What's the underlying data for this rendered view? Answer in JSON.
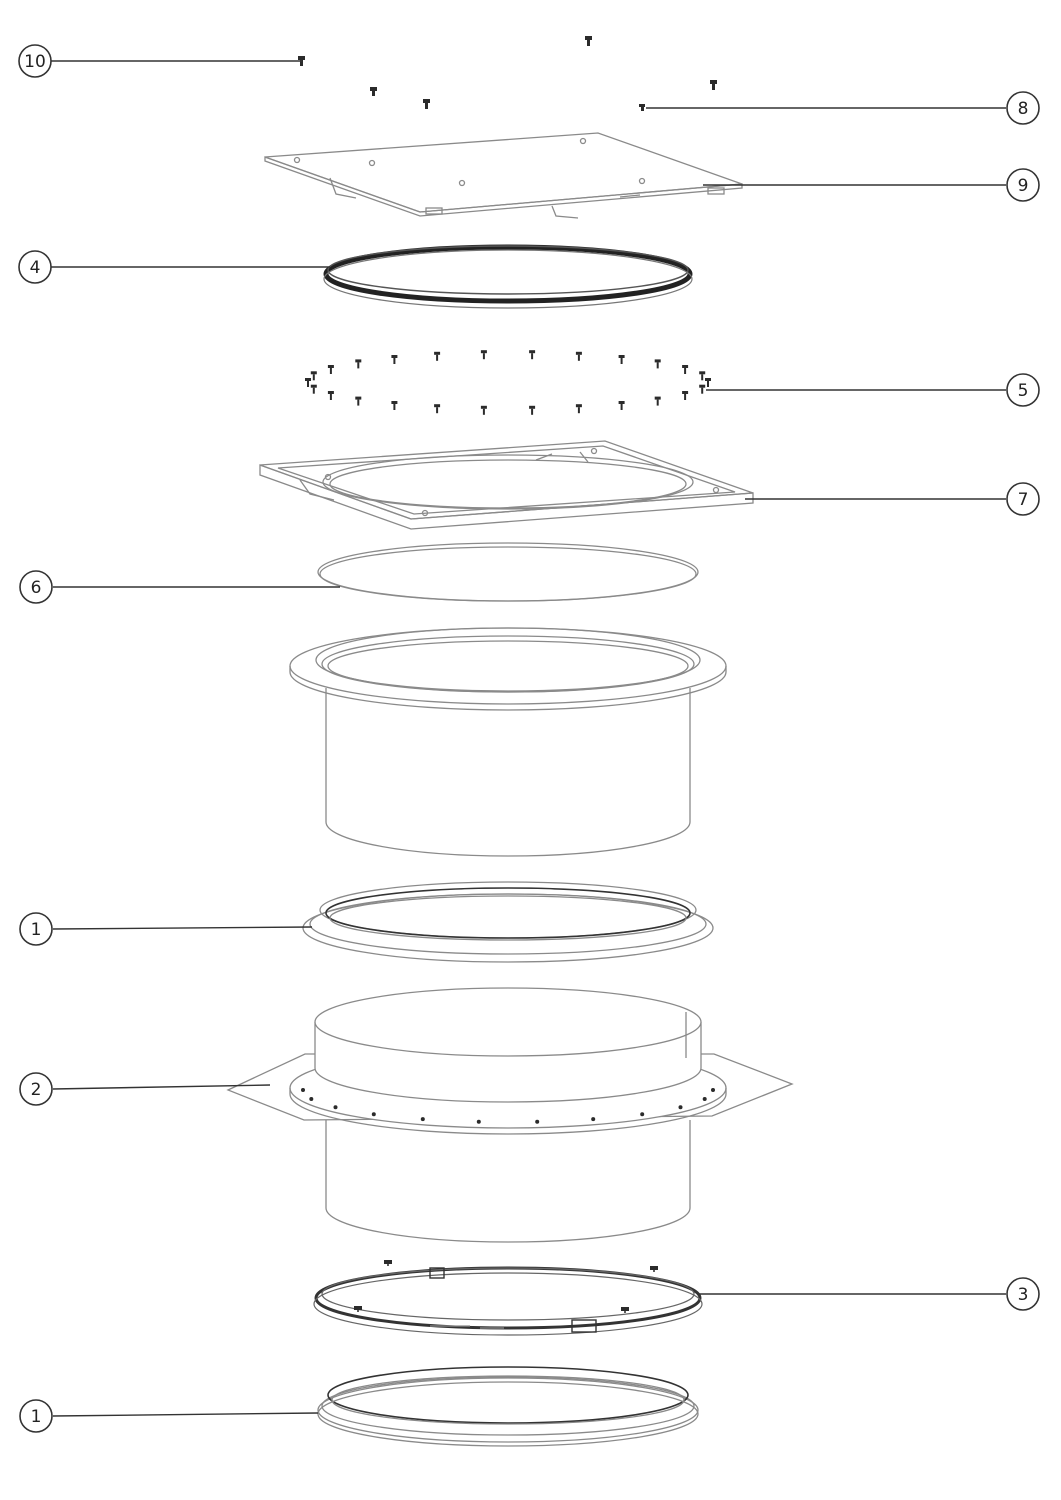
{
  "callouts": [
    {
      "id": "c10",
      "label": "10",
      "side": "left"
    },
    {
      "id": "c8",
      "label": "8",
      "side": "right"
    },
    {
      "id": "c9",
      "label": "9",
      "side": "right"
    },
    {
      "id": "c4",
      "label": "4",
      "side": "left"
    },
    {
      "id": "c5",
      "label": "5",
      "side": "right"
    },
    {
      "id": "c7",
      "label": "7",
      "side": "right"
    },
    {
      "id": "c6",
      "label": "6",
      "side": "left"
    },
    {
      "id": "c1a",
      "label": "1",
      "side": "left"
    },
    {
      "id": "c2",
      "label": "2",
      "side": "left"
    },
    {
      "id": "c3",
      "label": "3",
      "side": "right"
    },
    {
      "id": "c1b",
      "label": "1",
      "side": "left"
    }
  ],
  "colors": {
    "line": "#8a8a8a",
    "dark": "#333333",
    "screw": "#2b2b2b"
  }
}
